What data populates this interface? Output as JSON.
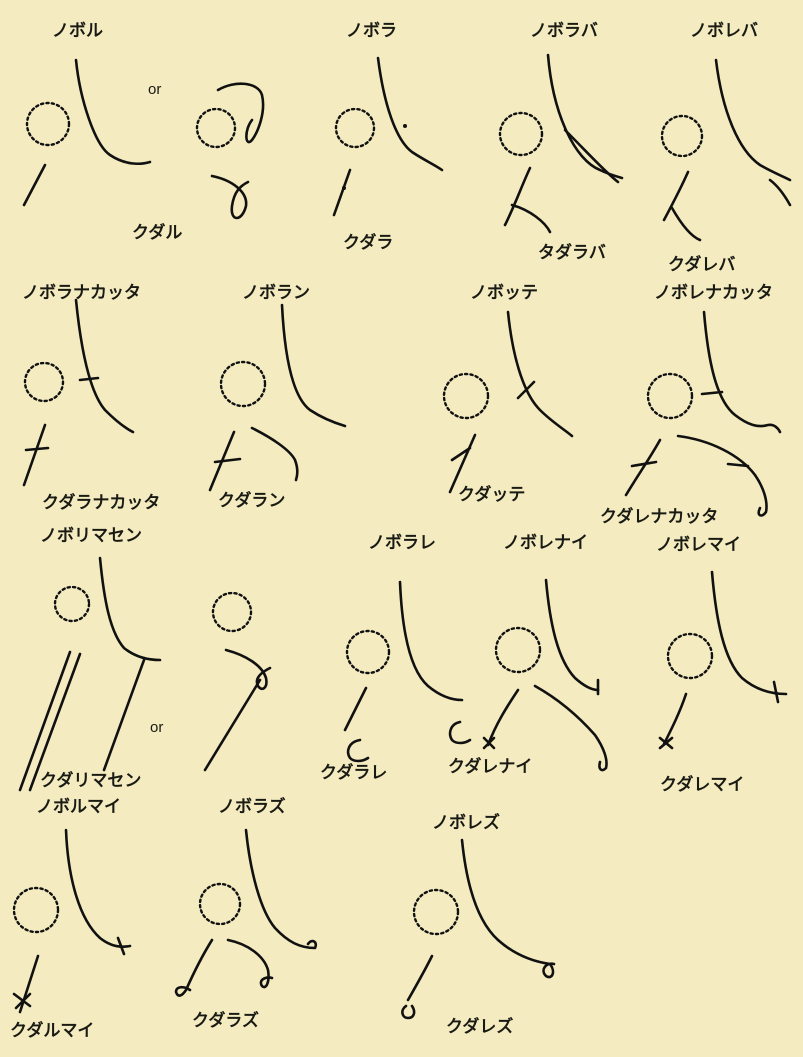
{
  "diagram": {
    "labels": {
      "borу": "ノボル",
      "kudaru": "クダル",
      "bora": "ノボラ",
      "kudara": "クダラ",
      "borapa": "ノボラバ",
      "tadarapa": "タダラバ",
      "borepa": "ノボレバ",
      "kudarepa": "クダレバ",
      "boranakatta": "ノボラナカッタ",
      "kudaranakatta": "クダラナカッタ",
      "boran": "ノボラン",
      "kudaran": "クダラン",
      "botte": "ノボッテ",
      "kudatte": "クダッテ",
      "borenakatta": "ノボレナカッタ",
      "kudarenakatta": "クダレナカッタ",
      "borimasen": "ノボリマセン",
      "kudarimasen": "クダリマセン",
      "borare": "ノボラレ",
      "kudarare": "クダラレ",
      "borenai": "ノボレナイ",
      "kudarenai": "クダレナイ",
      "boremai": "ノボレマイ",
      "kudaremai": "クダレマイ",
      "borumai": "ノボルマイ",
      "kudarumai": "クダルマイ",
      "borazu": "ノボラズ",
      "kudarazu": "クダラズ",
      "borezu": "ノボレズ",
      "kudarezu": "クダレズ"
    },
    "or_text": "or"
  }
}
